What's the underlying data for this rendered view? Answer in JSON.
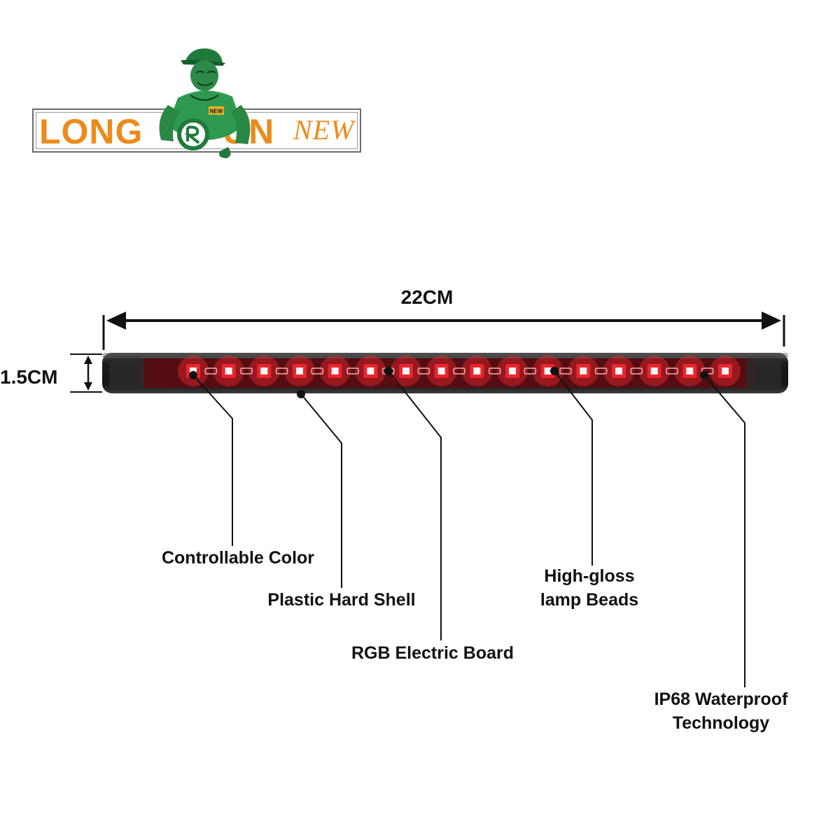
{
  "logo": {
    "word_left": "LONG",
    "word_right": "UN",
    "word_new": "NEW",
    "badge": "NEW"
  },
  "dimensions": {
    "length": "22CM",
    "height": "1.5CM"
  },
  "bar": {
    "led_color": "#e8262e",
    "shell_color": "#1a1a1a"
  },
  "callouts": [
    {
      "id": "controllable-color",
      "lines": [
        "Controllable Color"
      ]
    },
    {
      "id": "plastic-hard-shell",
      "lines": [
        "Plastic Hard Shell"
      ]
    },
    {
      "id": "rgb-electric-board",
      "lines": [
        "RGB Electric Board"
      ]
    },
    {
      "id": "high-gloss-lamp-beads",
      "lines": [
        "High-gloss",
        "lamp Beads"
      ]
    },
    {
      "id": "ip68-waterproof",
      "lines": [
        "IP68 Waterproof",
        "Technology"
      ]
    }
  ]
}
